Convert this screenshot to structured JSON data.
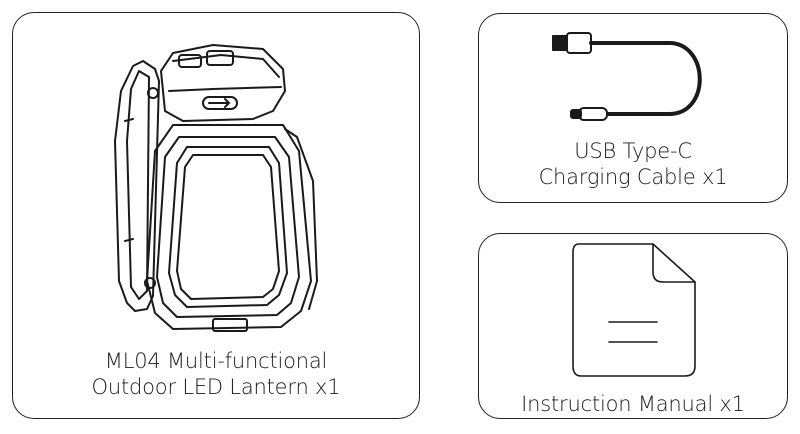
{
  "items": {
    "lantern": {
      "label_line1": "ML04 Multi-functional",
      "label_line2": "Outdoor LED Lantern x1",
      "icon": "lantern-icon"
    },
    "cable": {
      "label_line1": "USB Type-C",
      "label_line2": "Charging Cable x1",
      "icon": "usb-cable-icon"
    },
    "manual": {
      "label": "Instruction Manual x1",
      "icon": "document-icon"
    }
  },
  "colors": {
    "stroke": "#1a1a1a",
    "background": "#ffffff"
  }
}
